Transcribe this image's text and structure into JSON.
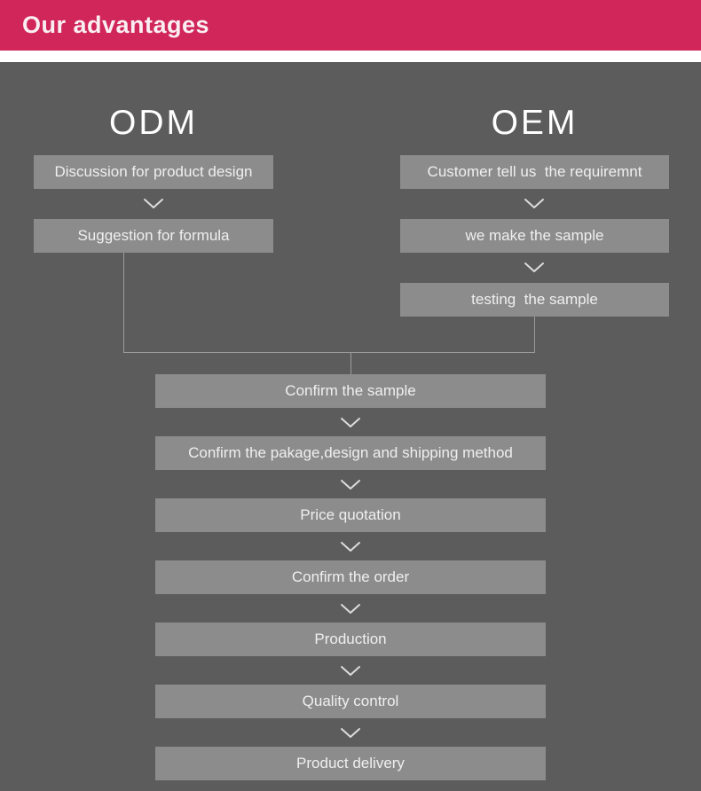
{
  "header": {
    "title": "Our advantages",
    "bg_color": "#d1265a",
    "text_color": "#f9eff3"
  },
  "flow": {
    "odm": {
      "title": "ODM",
      "steps": [
        "Discussion for product design",
        "Suggestion for formula"
      ]
    },
    "oem": {
      "title": "OEM",
      "steps": [
        "Customer tell us  the requiremnt",
        "we make the sample",
        "testing  the sample"
      ]
    },
    "merged_steps": [
      "Confirm the sample",
      "Confirm the pakage,design and shipping method",
      "Price quotation",
      "Confirm the order",
      "Production",
      "Quality control",
      "Product delivery"
    ]
  },
  "colors": {
    "panel_bg": "#5c5c5c",
    "box_bg": "#8c8c8c",
    "box_text": "#efefef",
    "connector_line": "#9b9b9b",
    "chevron": "#dcdcdc",
    "title_text": "#ffffff"
  }
}
